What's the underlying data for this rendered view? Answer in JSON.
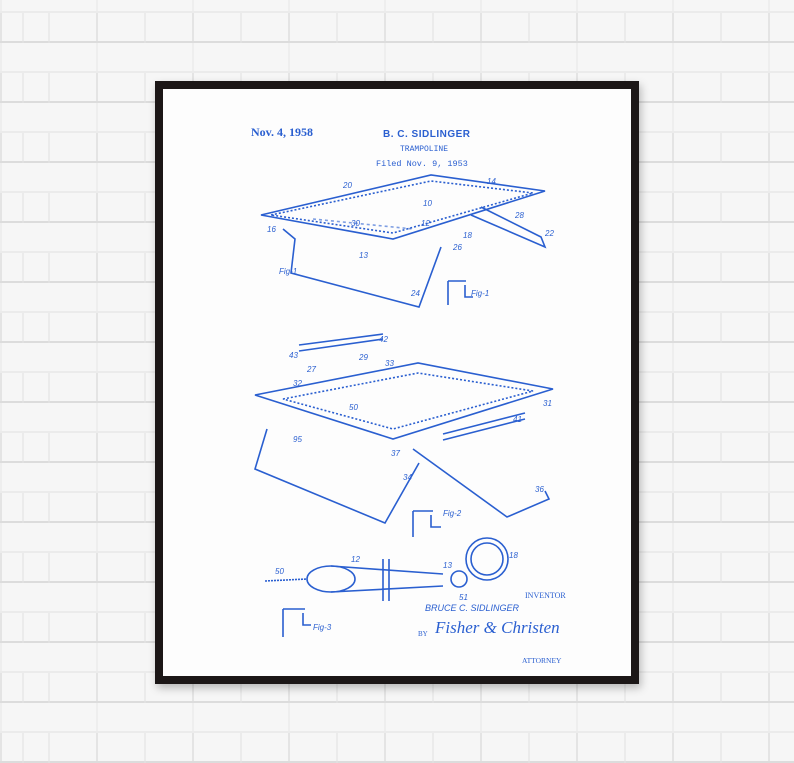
{
  "patent": {
    "date": "Nov. 4, 1958",
    "inventor_header": "B. C. SIDLINGER",
    "title": "TRAMPOLINE",
    "filed": "Filed Nov. 9, 1953",
    "inventor_label": "INVENTOR",
    "inventor_name": "BRUCE C. SIDLINGER",
    "by_label": "BY",
    "signature": "Fisher & Christen",
    "attorney_label": "ATTORNEY",
    "figure_labels": [
      "Fig-1",
      "Fig-2",
      "Fig-3"
    ],
    "reference_numerals": [
      "20",
      "14",
      "10",
      "30",
      "12",
      "28",
      "22",
      "16",
      "13",
      "18",
      "26",
      "24",
      "42",
      "43",
      "29",
      "27",
      "33",
      "32",
      "50",
      "31",
      "41",
      "95",
      "37",
      "34",
      "36",
      "12",
      "13",
      "18",
      "51",
      "50"
    ]
  },
  "colors": {
    "ink": "#2a5fd0",
    "frame": "#1c1717",
    "wall": "#f6f6f6"
  }
}
